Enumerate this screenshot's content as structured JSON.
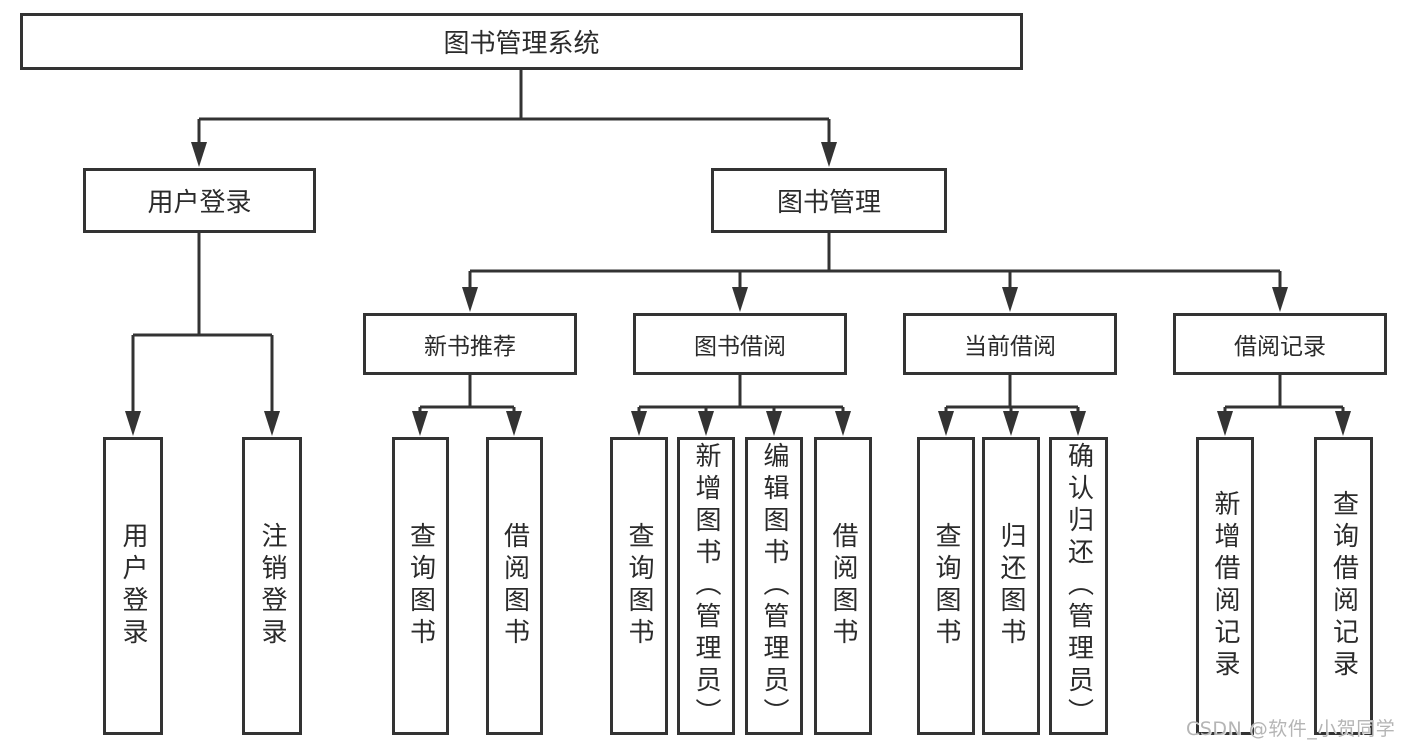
{
  "diagram": {
    "root_label": "图书管理系统",
    "level2": {
      "user_login": "用户登录",
      "book_mgmt": "图书管理"
    },
    "level3": {
      "new_books": "新书推荐",
      "book_borrow": "图书借阅",
      "current_borrow": "当前借阅",
      "borrow_records": "借阅记录"
    },
    "leaves": {
      "user_login": [
        "用户登录",
        "注销登录"
      ],
      "new_books": [
        "查询图书",
        "借阅图书"
      ],
      "book_borrow": [
        "查询图书",
        "新增图书（管理员）",
        "编辑图书（管理员）",
        "借阅图书"
      ],
      "current_borrow": [
        "查询图书",
        "归还图书",
        "确认归还（管理员）"
      ],
      "borrow_records": [
        "新增借阅记录",
        "查询借阅记录"
      ]
    },
    "colors": {
      "line": "#333333",
      "box_border": "#333333",
      "text": "#2b2b2b",
      "watermark": "#b5b5b5",
      "background": "#ffffff"
    }
  },
  "watermark": {
    "text": "CSDN @软件_小贺同学"
  }
}
